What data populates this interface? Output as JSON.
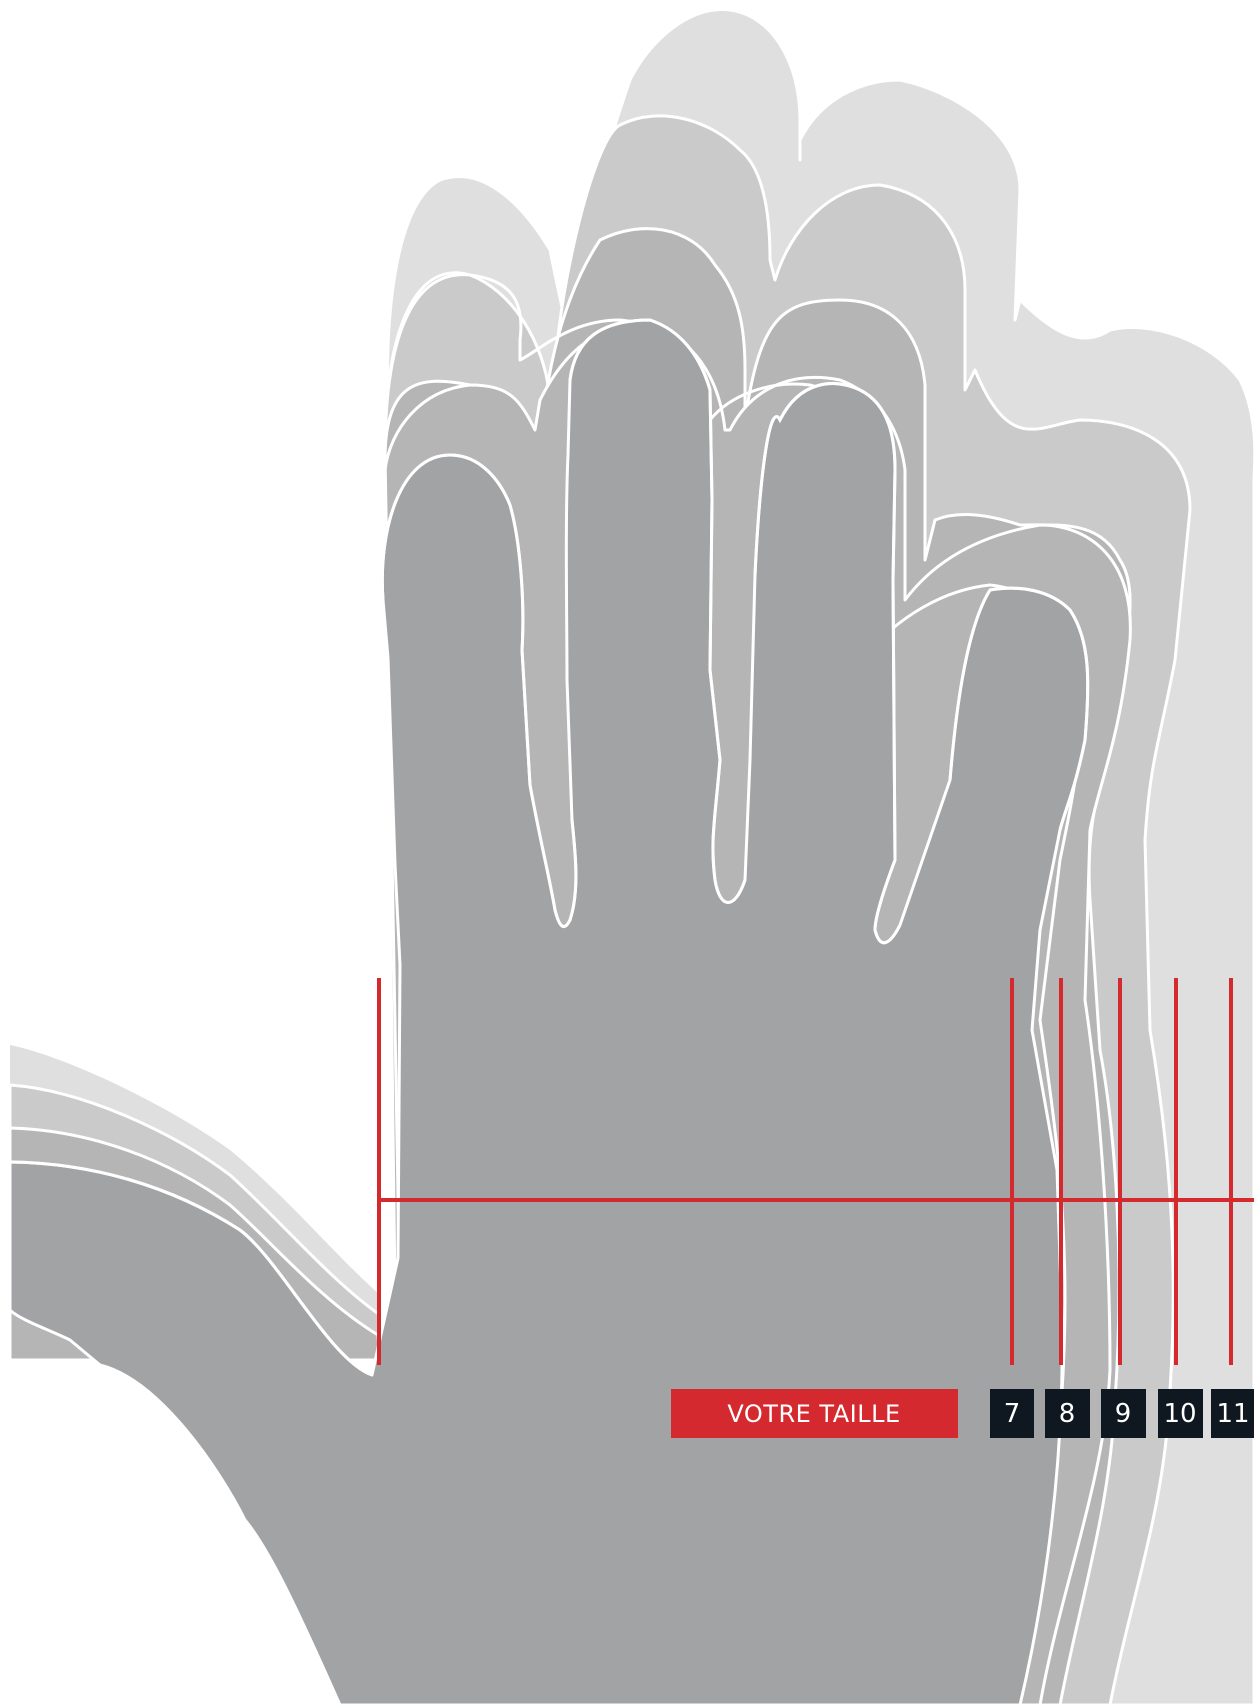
{
  "colors": {
    "layer_11": "#dfdfdf",
    "layer_10": "#cacaca",
    "layer_9": "#b5b5b6",
    "layer_8": "#b5b5b6",
    "layer_7": "#a2a3a5",
    "outline": "#ffffff",
    "measure_red": "#d42a2f",
    "size_box": "#0f1820",
    "label_text": "#ffffff"
  },
  "your_size_label": "VOTRE TAILLE",
  "sizes": [
    "7",
    "8",
    "9",
    "10",
    "11"
  ]
}
